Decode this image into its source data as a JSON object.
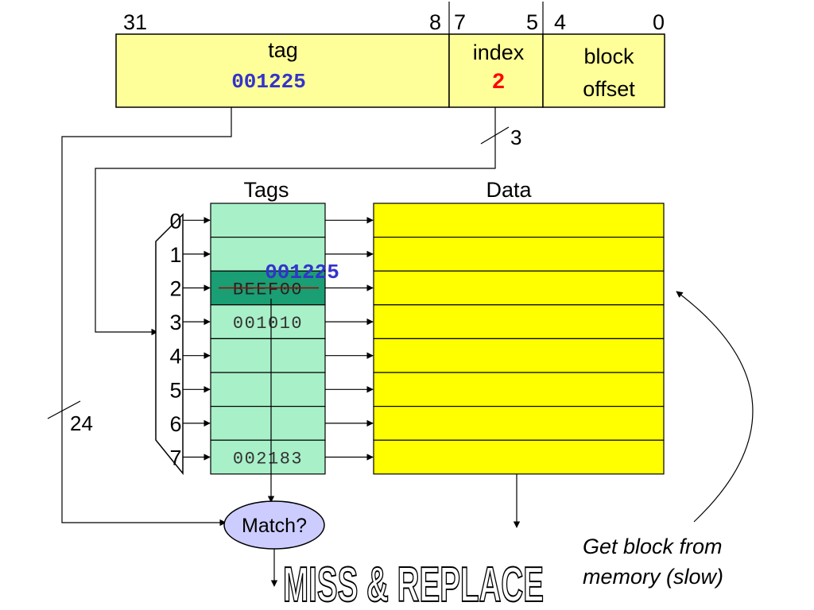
{
  "address": {
    "bit_labels": [
      "31",
      "8",
      "7",
      "5",
      "4",
      "0"
    ],
    "tag": {
      "label": "tag",
      "value": "001225"
    },
    "index": {
      "label": "index",
      "value": "2"
    },
    "offset": {
      "label_line1": "block",
      "label_line2": "offset"
    }
  },
  "wire_labels": {
    "index_width": "3",
    "tag_width": "24"
  },
  "cache": {
    "tags_header": "Tags",
    "data_header": "Data",
    "row_indices": [
      "0",
      "1",
      "2",
      "3",
      "4",
      "5",
      "6",
      "7"
    ],
    "tag_values": [
      "",
      "",
      "BEEF00",
      "001010",
      "",
      "",
      "",
      "002183"
    ],
    "highlighted_row": 2,
    "new_tag": "001225"
  },
  "match": {
    "label": "Match?"
  },
  "result": {
    "text": "MISS & REPLACE"
  },
  "note": {
    "line1": "Get block from",
    "line2": "memory (slow)"
  },
  "colors": {
    "address_fill": "#ffff99",
    "tags_fill": "#a8f0c8",
    "tags_highlight": "#1a9e73",
    "data_fill": "#ffff00",
    "match_fill": "#ccccff",
    "tag_value": "#3333cc",
    "index_value": "#ff0000"
  }
}
